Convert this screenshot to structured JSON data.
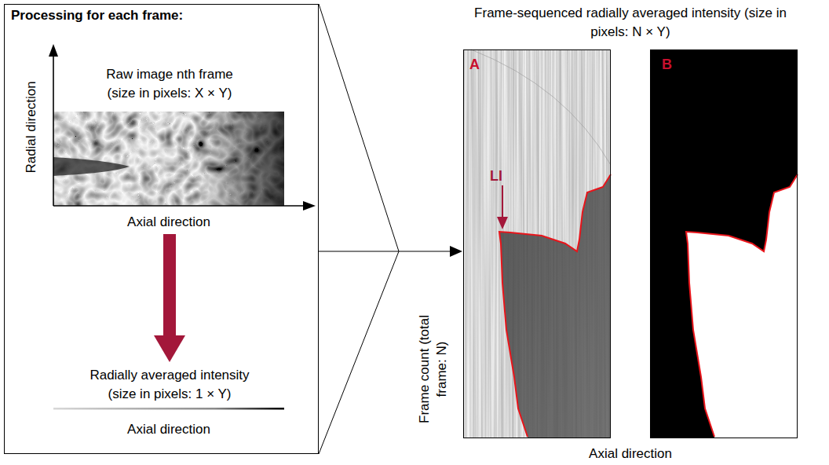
{
  "diagram": {
    "title": "Frame-sequenced radially averaged intensity (size in pixels: N × Y)",
    "nodes": [
      {
        "text": [
          "Processing for each frame:"
        ]
      },
      {
        "text": [
          "Raw image nth frame (size in pixels: X × Y)"
        ],
        "in": 0
      },
      {
        "text": [
          "Radially averaged intensity (size in pixels: 1 × Y)"
        ],
        "in": 0
      },
      {
        "text": [
          "A"
        ]
      },
      {
        "text": [
          "B"
        ]
      }
    ],
    "edges": [
      {
        "from": 1,
        "to": 2,
        "arrow": "to"
      },
      {
        "from": 0,
        "to": 3,
        "arrow": "to"
      }
    ],
    "labels": [
      "Radial direction",
      "Axial direction",
      "Axial direction",
      "LI",
      "Frame count (total frame: N)",
      "Axial direction"
    ]
  }
}
